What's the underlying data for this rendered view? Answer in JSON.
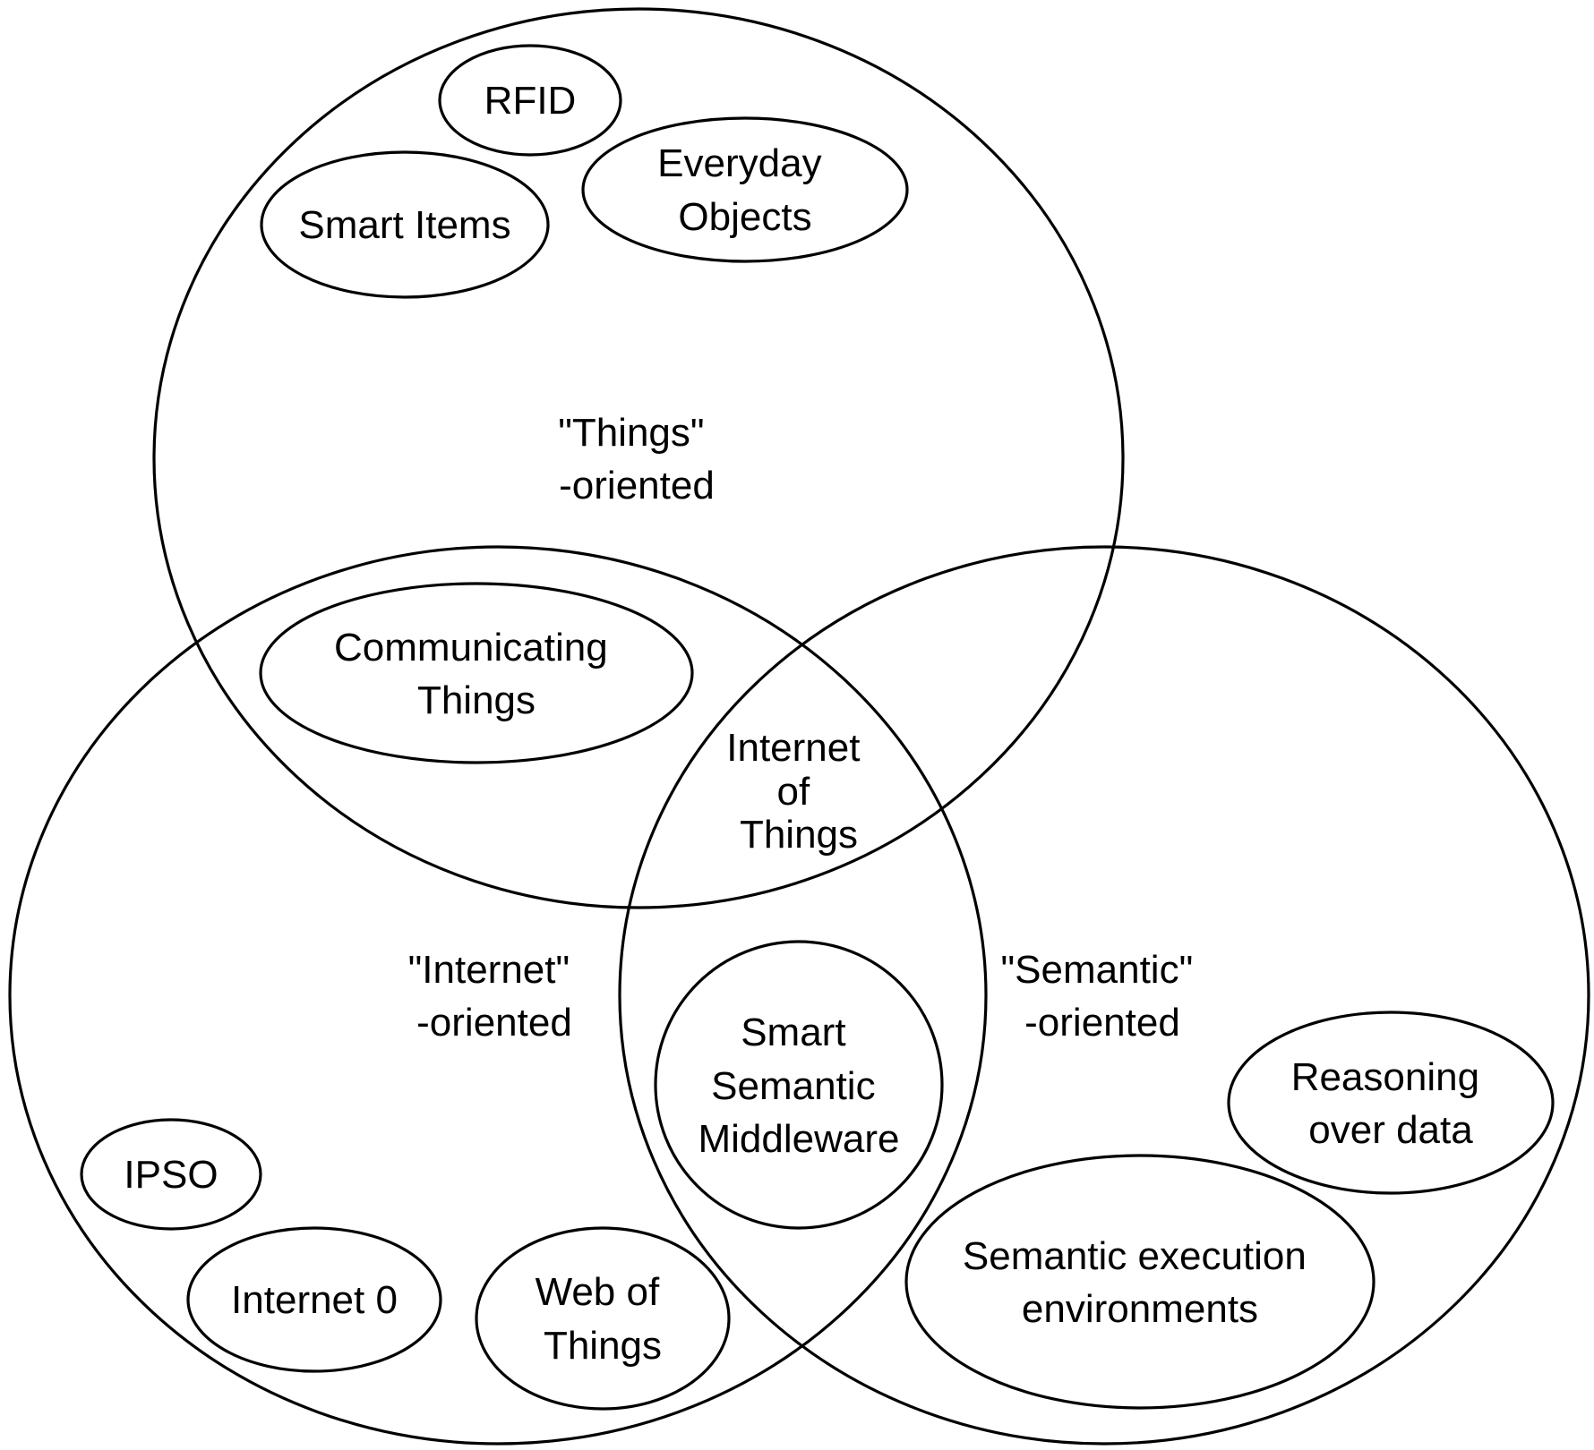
{
  "regions": {
    "things": {
      "label": [
        "\"Things\"",
        "-oriented"
      ]
    },
    "internet": {
      "label": [
        "\"Internet\"",
        "-oriented"
      ]
    },
    "semantic": {
      "label": [
        "\"Semantic\"",
        "-oriented"
      ]
    },
    "center": {
      "label": [
        "Internet",
        "of",
        "Things"
      ]
    }
  },
  "bubbles": {
    "rfid": [
      "RFID"
    ],
    "everyday_objects": [
      "Everyday",
      "Objects"
    ],
    "smart_items": [
      "Smart Items"
    ],
    "communicating_things": [
      "Communicating",
      "Things"
    ],
    "smart_semantic_middleware": [
      "Smart",
      "Semantic",
      "Middleware"
    ],
    "reasoning_over_data": [
      "Reasoning",
      "over data"
    ],
    "ipso": [
      "IPSO"
    ],
    "internet_0": [
      "Internet 0"
    ],
    "web_of_things": [
      "Web of",
      "Things"
    ],
    "semantic_execution_environments": [
      "Semantic execution",
      "environments"
    ]
  }
}
